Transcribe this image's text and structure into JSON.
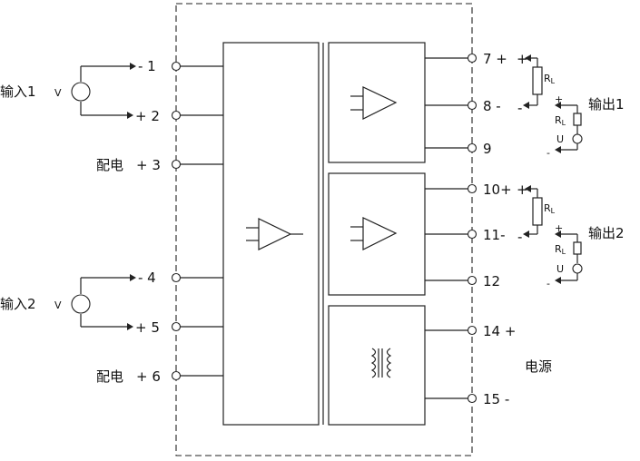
{
  "inputs": [
    {
      "label": "输入1",
      "source": "V"
    },
    {
      "label": "输入2",
      "source": "V"
    }
  ],
  "outputs": [
    {
      "label": "输出1",
      "resistor": "R",
      "resistor_sub": "L",
      "source": "U"
    },
    {
      "label": "输出2",
      "resistor": "R",
      "resistor_sub": "L",
      "source": "U"
    }
  ],
  "power_supply_label": "配电",
  "power_label": "电源",
  "left_terminals": [
    "- 1",
    "+ 2",
    "+ 3",
    "- 4",
    "+ 5",
    "+ 6"
  ],
  "right_terminals": [
    "7 +",
    "8 -",
    "9",
    "10+",
    "11-",
    "12",
    "14 +",
    "15 -"
  ],
  "polarity": {
    "plus": "+",
    "minus": "-"
  }
}
